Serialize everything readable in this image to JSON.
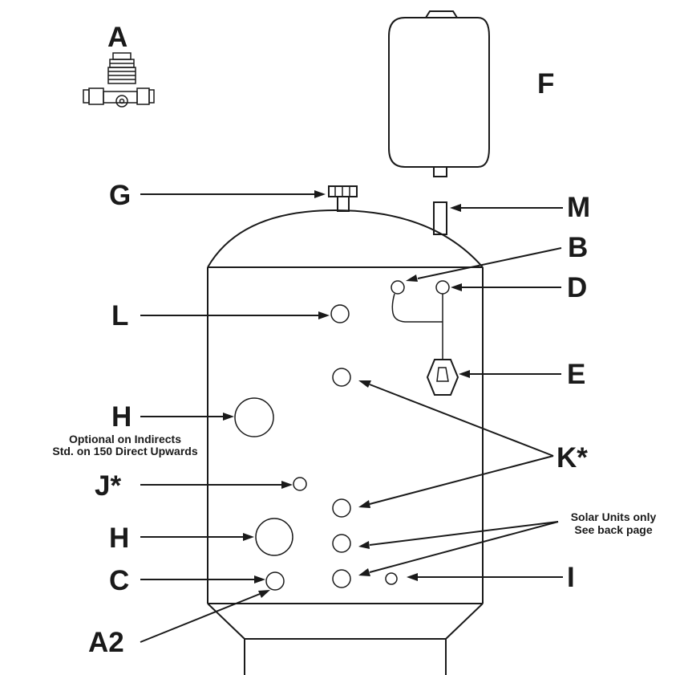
{
  "labels": {
    "A": "A",
    "A2": "A2",
    "B": "B",
    "C": "C",
    "D": "D",
    "E": "E",
    "F": "F",
    "G": "G",
    "H_upper": "H",
    "H_lower": "H",
    "I": "I",
    "J": "J*",
    "K": "K*",
    "L": "L",
    "M": "M"
  },
  "notes": {
    "optional_line1": "Optional on Indirects",
    "optional_line2": "Std. on 150 Direct Upwards",
    "solar_line1": "Solar Units only",
    "solar_line2": "See back page"
  }
}
